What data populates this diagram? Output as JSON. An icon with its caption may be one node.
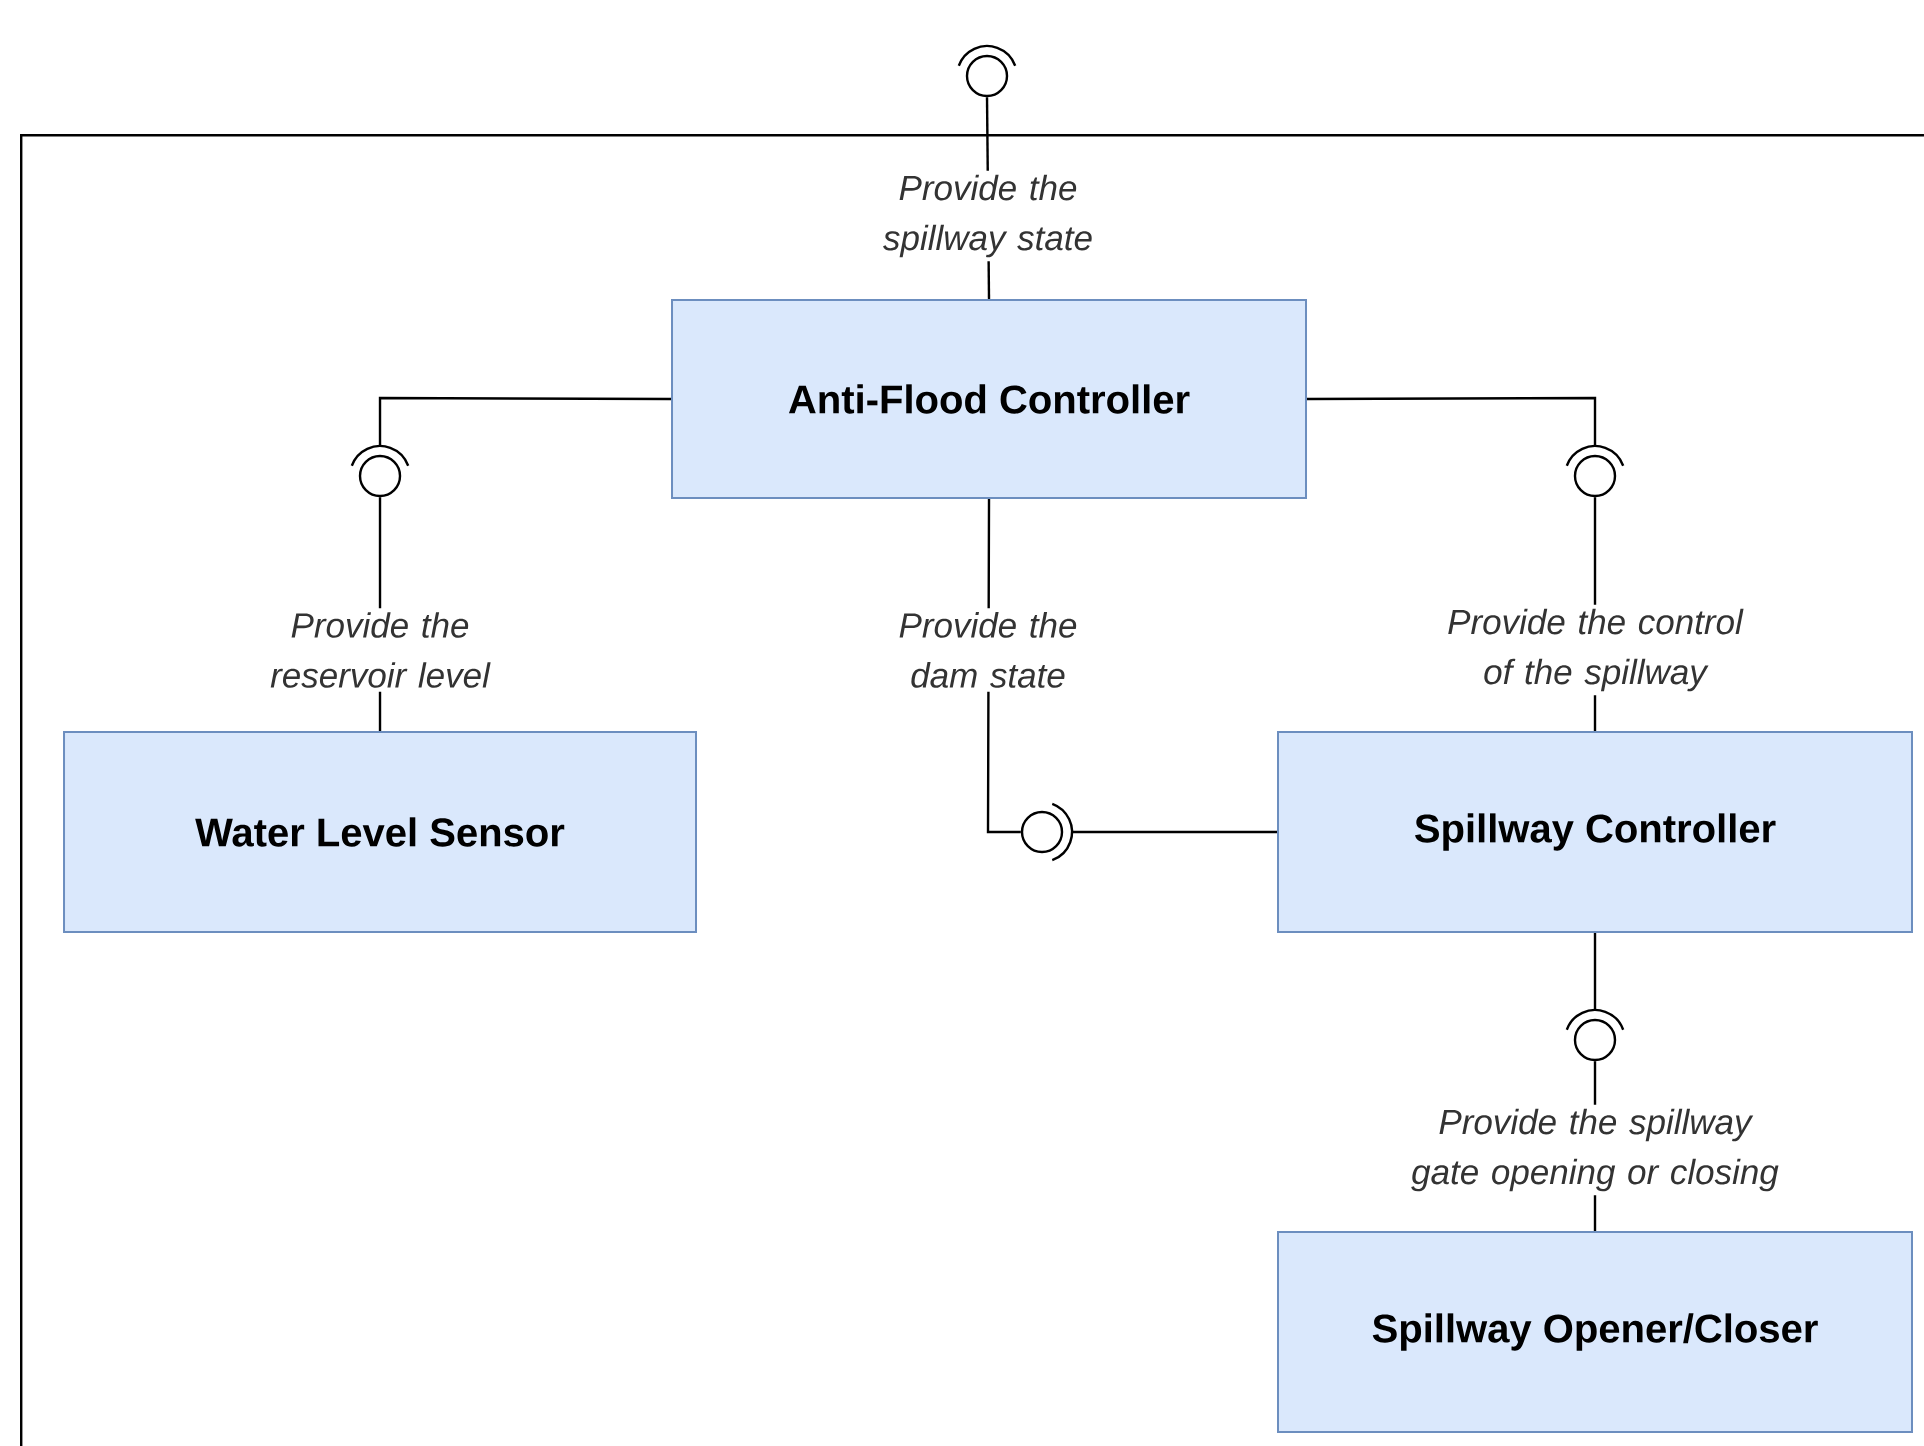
{
  "diagram": {
    "nodes": [
      {
        "text": [],
        "shape": "box"
      },
      {
        "text": [
          "Anti-Flood Controller"
        ],
        "in": 0
      },
      {
        "text": [
          "Water Level Sensor"
        ],
        "in": 0
      },
      {
        "text": [
          "Spillway Controller"
        ],
        "in": 0
      },
      {
        "text": [
          "Spillway Opener/Closer"
        ],
        "in": 0
      },
      {
        "text": [],
        "shape": "circle"
      },
      {
        "text": [],
        "shape": "circle",
        "in": 0
      },
      {
        "text": [],
        "shape": "circle",
        "in": 0
      },
      {
        "text": [],
        "shape": "circle",
        "in": 0
      },
      {
        "text": [],
        "shape": "circle",
        "in": 0
      }
    ],
    "edges": [
      {
        "from": 1,
        "to": 5,
        "arrow": "none",
        "label": "Provide the spillway state"
      },
      {
        "from": 2,
        "to": 6,
        "arrow": "none",
        "label": "Provide the reservoir level"
      },
      {
        "from": 1,
        "to": 6,
        "arrow": "none"
      },
      {
        "from": 1,
        "to": 8,
        "arrow": "none",
        "label": "Provide the dam state"
      },
      {
        "from": 3,
        "to": 8,
        "arrow": "none"
      },
      {
        "from": 3,
        "to": 7,
        "arrow": "none",
        "label": "Provide the control of the spillway"
      },
      {
        "from": 1,
        "to": 7,
        "arrow": "none"
      },
      {
        "from": 4,
        "to": 9,
        "arrow": "none",
        "label": "Provide the spillway gate opening or closing"
      },
      {
        "from": 3,
        "to": 9,
        "arrow": "none"
      }
    ]
  }
}
